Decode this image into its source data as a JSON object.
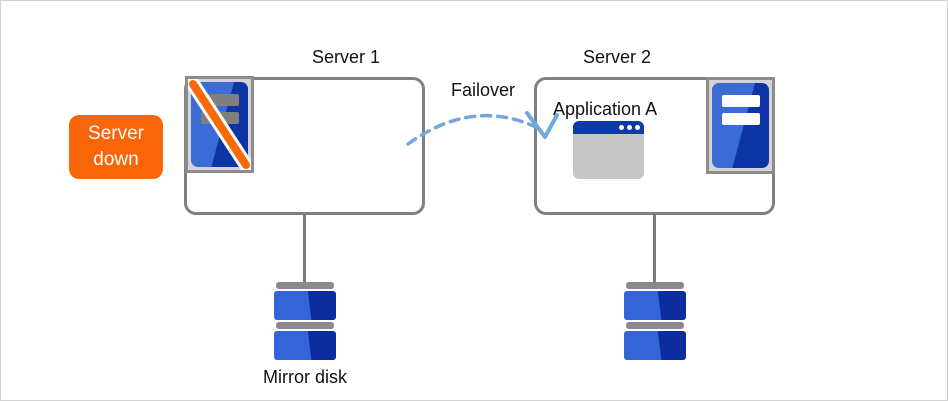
{
  "diagram": {
    "server1": {
      "label": "Server 1"
    },
    "server2": {
      "label": "Server 2"
    },
    "badge": {
      "line1": "Server",
      "line2": "down"
    },
    "failover": {
      "label": "Failover"
    },
    "application": {
      "label": "Application A"
    },
    "mirror_disk": {
      "label": "Mirror disk"
    },
    "colors": {
      "badge_bg": "#F9660A",
      "arrow_blue": "#70A7DC",
      "server_blue_light": "#3B6CD6",
      "server_blue_dark": "#0E35A5",
      "disk_blue_light": "#3465D8",
      "disk_blue_dark": "#0B2D9E",
      "slash_orange": "#F96A07",
      "frame_fill_gray": "#D4D4D4",
      "frame_border_gray": "#8C8C8C",
      "box_border_gray": "#808080",
      "app_titlebar_blue": "#0C3BA6",
      "app_body_gray": "#C6C6C6",
      "bar_down_gray": "#7F7F7F"
    }
  }
}
